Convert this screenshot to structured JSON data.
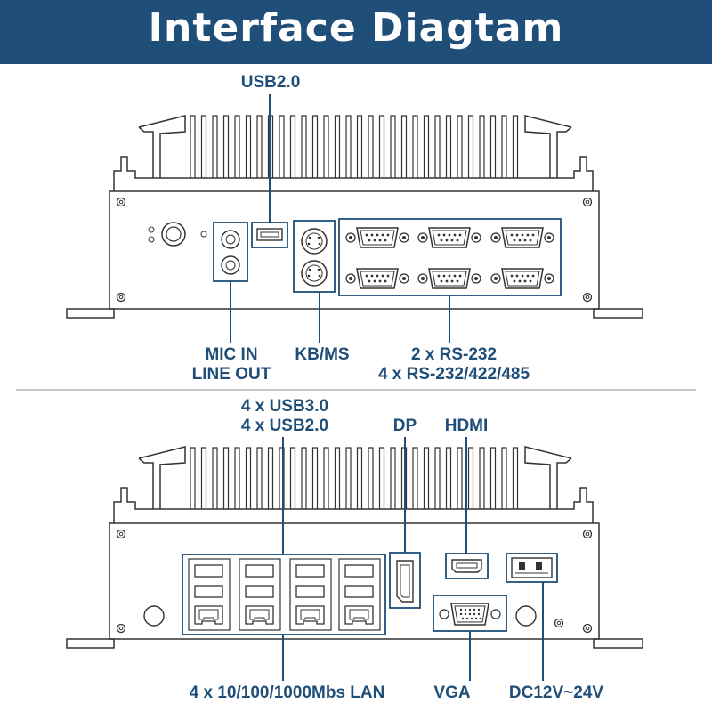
{
  "title": "Interface Diagtam",
  "colors": {
    "header": "#1f4e79",
    "label": "#1f4e79",
    "callout_line": "#1f4e79",
    "outline": "#333333"
  },
  "top_view": {
    "labels": {
      "usb": "USB2.0",
      "mic": "MIC IN",
      "lineout": "LINE OUT",
      "kbms": "KB/MS",
      "serial_1": "2 x RS-232",
      "serial_2": "4 x RS-232/422/485"
    },
    "serial_port_count": 6
  },
  "bottom_view": {
    "labels": {
      "usb_1": "4 x USB3.0",
      "usb_2": "4 x USB2.0",
      "dp": "DP",
      "hdmi": "HDMI",
      "lan": "4 x 10/100/1000Mbs LAN",
      "vga": "VGA",
      "dc": "DC12V~24V"
    },
    "lan_stack_count": 4
  },
  "icons": [
    "power-button-icon",
    "audio-jack-icon",
    "usb-port-icon",
    "ps2-port-icon",
    "db9-port-icon",
    "rj45-port-icon",
    "displayport-icon",
    "hdmi-port-icon",
    "vga-port-icon",
    "dc-terminal-icon"
  ]
}
